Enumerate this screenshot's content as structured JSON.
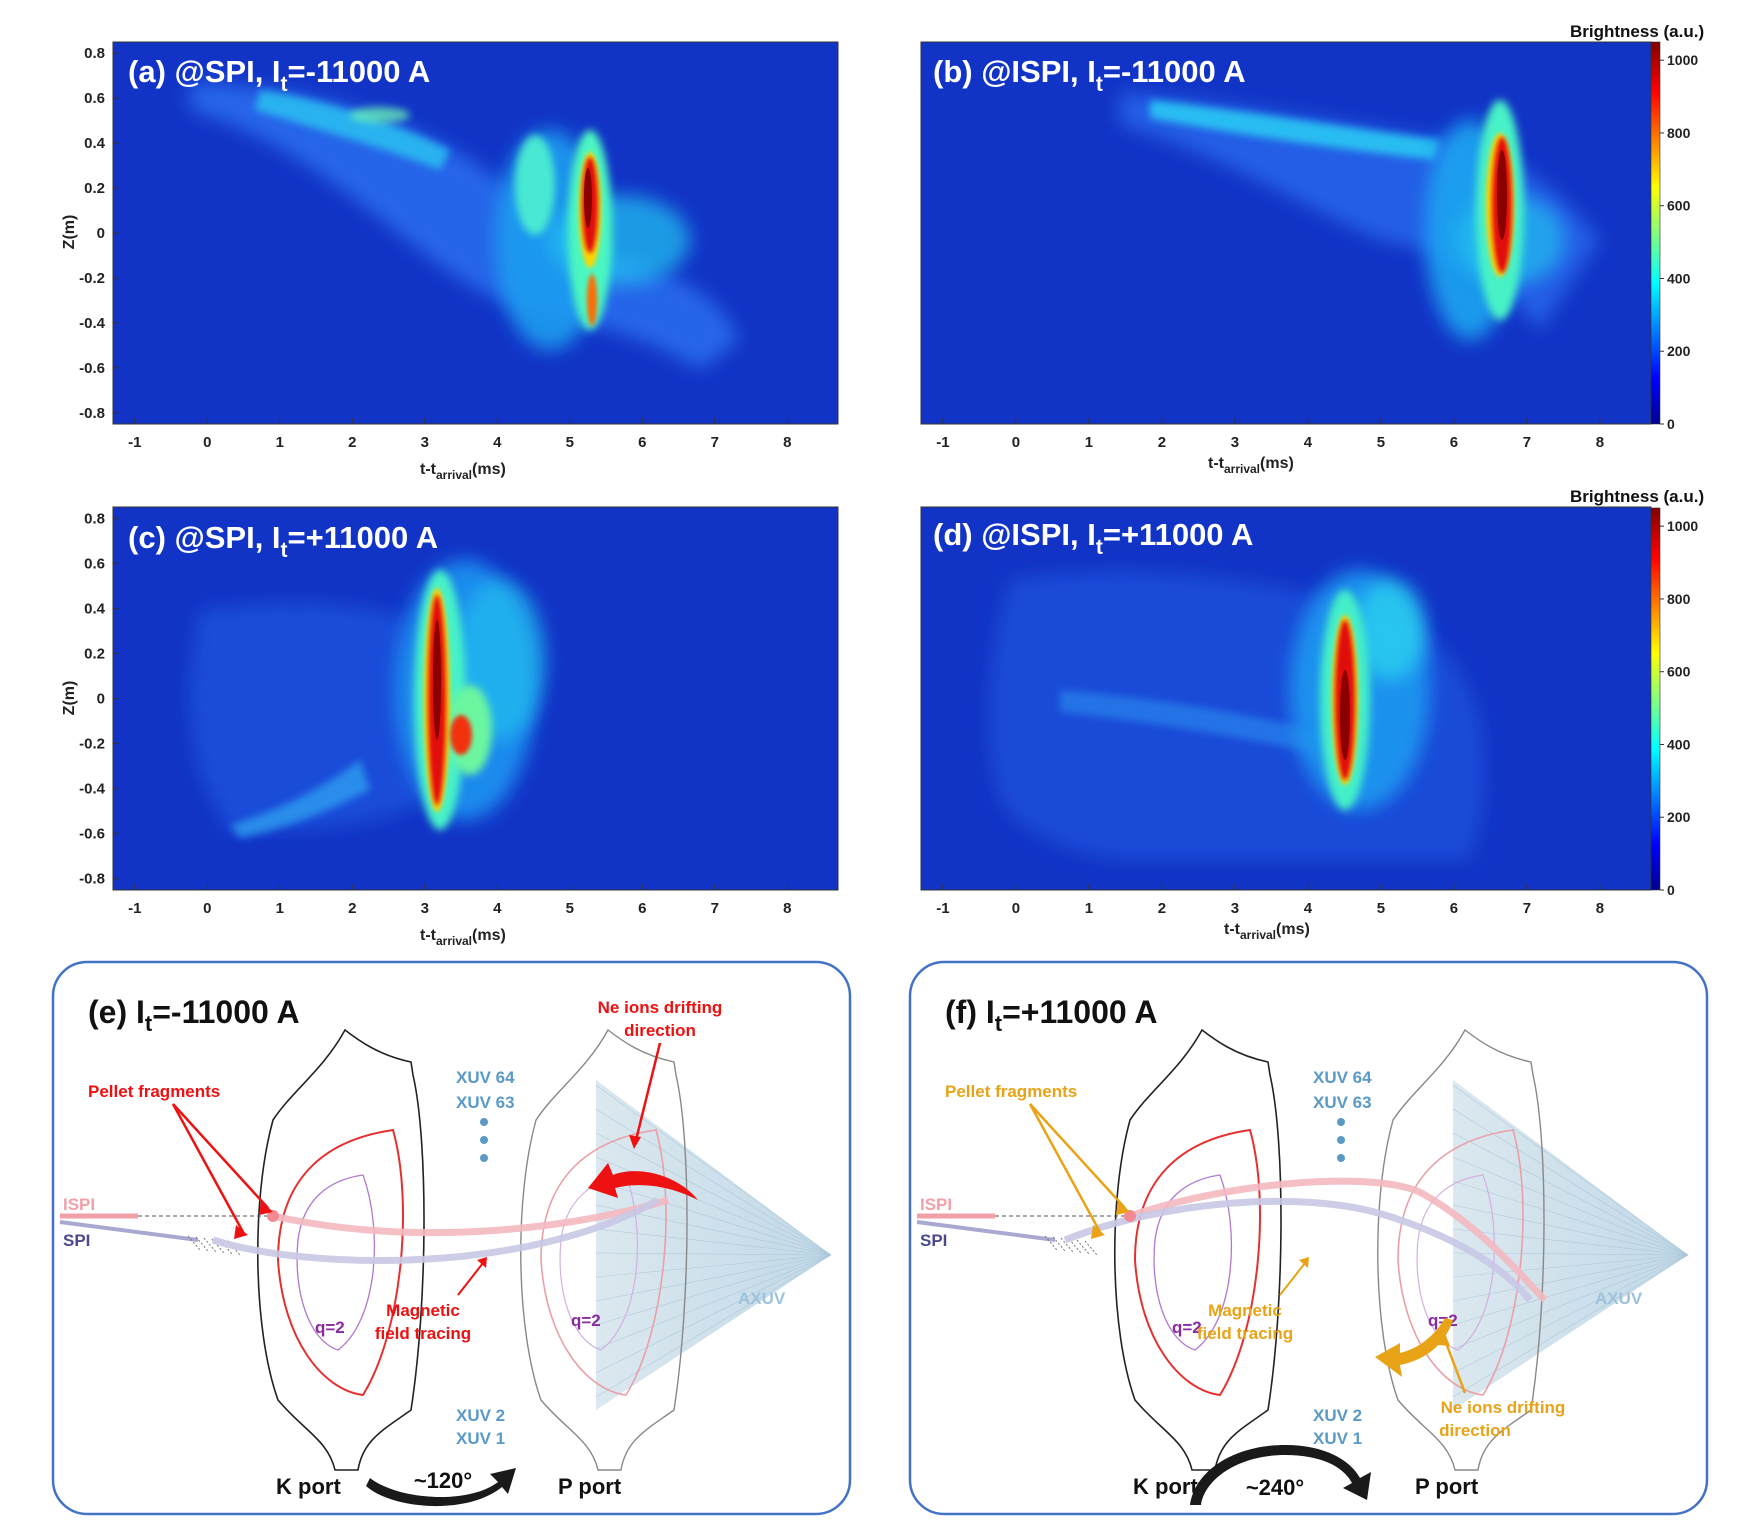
{
  "chart_data": [
    {
      "type": "heatmap",
      "panel": "(a)",
      "title_prefix": "(a) @SPI, I",
      "title_sub": "t",
      "title_suffix": "=-11000 A",
      "xlabel": "t-t",
      "xlabel_sub": "arrival",
      "xlabel_unit": "(ms)",
      "ylabel": "Z(m)",
      "xlim": [
        -1.3,
        8.7
      ],
      "ylim": [
        -0.85,
        0.85
      ],
      "xticks": [
        "-1",
        "0",
        "1",
        "2",
        "3",
        "4",
        "5",
        "6",
        "7",
        "8"
      ],
      "yticks": [
        "0.8",
        "0.6",
        "0.4",
        "0.2",
        "0",
        "-0.2",
        "-0.4",
        "-0.6",
        "-0.8"
      ],
      "peak_t_ms": 5.2,
      "peak_z_range_m": [
        -0.4,
        0.42
      ],
      "peak_brightness": 1000
    },
    {
      "type": "heatmap",
      "panel": "(b)",
      "title_prefix": "(b) @ISPI, I",
      "title_sub": "t",
      "title_suffix": "=-11000 A",
      "xlabel": "t-t",
      "xlabel_sub": "arrival",
      "xlabel_unit": "(ms)",
      "xlim": [
        -1.3,
        8.7
      ],
      "ylim": [
        -0.85,
        0.85
      ],
      "xticks": [
        "-1",
        "0",
        "1",
        "2",
        "3",
        "4",
        "5",
        "6",
        "7",
        "8"
      ],
      "peak_t_ms": 6.8,
      "peak_z_range_m": [
        -0.3,
        0.45
      ],
      "peak_brightness": 1000
    },
    {
      "type": "heatmap",
      "panel": "(c)",
      "title_prefix": "(c) @SPI, I",
      "title_sub": "t",
      "title_suffix": "=+11000 A",
      "xlabel": "t-t",
      "xlabel_sub": "arrival",
      "xlabel_unit": "(ms)",
      "ylabel": "Z(m)",
      "xlim": [
        -1.3,
        8.7
      ],
      "ylim": [
        -0.85,
        0.85
      ],
      "xticks": [
        "-1",
        "0",
        "1",
        "2",
        "3",
        "4",
        "5",
        "6",
        "7",
        "8"
      ],
      "yticks": [
        "0.8",
        "0.6",
        "0.4",
        "0.2",
        "0",
        "-0.2",
        "-0.4",
        "-0.6",
        "-0.8"
      ],
      "peak_t_ms": 3.0,
      "peak_z_range_m": [
        -0.55,
        0.45
      ],
      "peak_brightness": 1000
    },
    {
      "type": "heatmap",
      "panel": "(d)",
      "title_prefix": "(d) @ISPI, I",
      "title_sub": "t",
      "title_suffix": "=+11000 A",
      "xlabel": "t-t",
      "xlabel_sub": "arrival",
      "xlabel_unit": "(ms)",
      "xlim": [
        -1.3,
        8.7
      ],
      "ylim": [
        -0.85,
        0.85
      ],
      "xticks": [
        "-1",
        "0",
        "1",
        "2",
        "3",
        "4",
        "5",
        "6",
        "7",
        "8"
      ],
      "peak_t_ms": 4.55,
      "peak_z_range_m": [
        -0.4,
        0.3
      ],
      "peak_brightness": 1000
    }
  ],
  "colorbar": {
    "title": "Brightness (a.u.)",
    "ticks": [
      "1000",
      "800",
      "600",
      "400",
      "200",
      "0"
    ],
    "range": [
      0,
      1050
    ],
    "colors": [
      "#00008f",
      "#0000ff",
      "#00ffff",
      "#ffff00",
      "#ff0000",
      "#800000"
    ]
  },
  "diagrams": [
    {
      "title_prefix": "(e) I",
      "title_sub": "t",
      "title_suffix": "=-11000 A",
      "pellet_label": "Pellet fragments",
      "ispi": "ISPI",
      "spi": "SPI",
      "xuv_top": [
        "XUV 64",
        "XUV 63"
      ],
      "xuv_bottom": [
        "XUV 2",
        "XUV 1"
      ],
      "drift_label": [
        "Ne ions drifting",
        "direction"
      ],
      "field_label": [
        "Magnetic",
        "field tracing"
      ],
      "q_label": "q=2",
      "axuv": "AXUV",
      "k_port": "K port",
      "p_port": "P port",
      "angle": "~120°",
      "accent": "#ee1111"
    },
    {
      "title_prefix": "(f) I",
      "title_sub": "t",
      "title_suffix": "=+11000 A",
      "pellet_label": "Pellet fragments",
      "ispi": "ISPI",
      "spi": "SPI",
      "xuv_top": [
        "XUV 64",
        "XUV 63"
      ],
      "xuv_bottom": [
        "XUV 2",
        "XUV 1"
      ],
      "drift_label": [
        "Ne ions drifting",
        "direction"
      ],
      "field_label": [
        "Magnetic",
        "field tracing"
      ],
      "q_label": "q=2",
      "axuv": "AXUV",
      "k_port": "K port",
      "p_port": "P port",
      "angle": "~240°",
      "accent": "#e8a317"
    }
  ]
}
